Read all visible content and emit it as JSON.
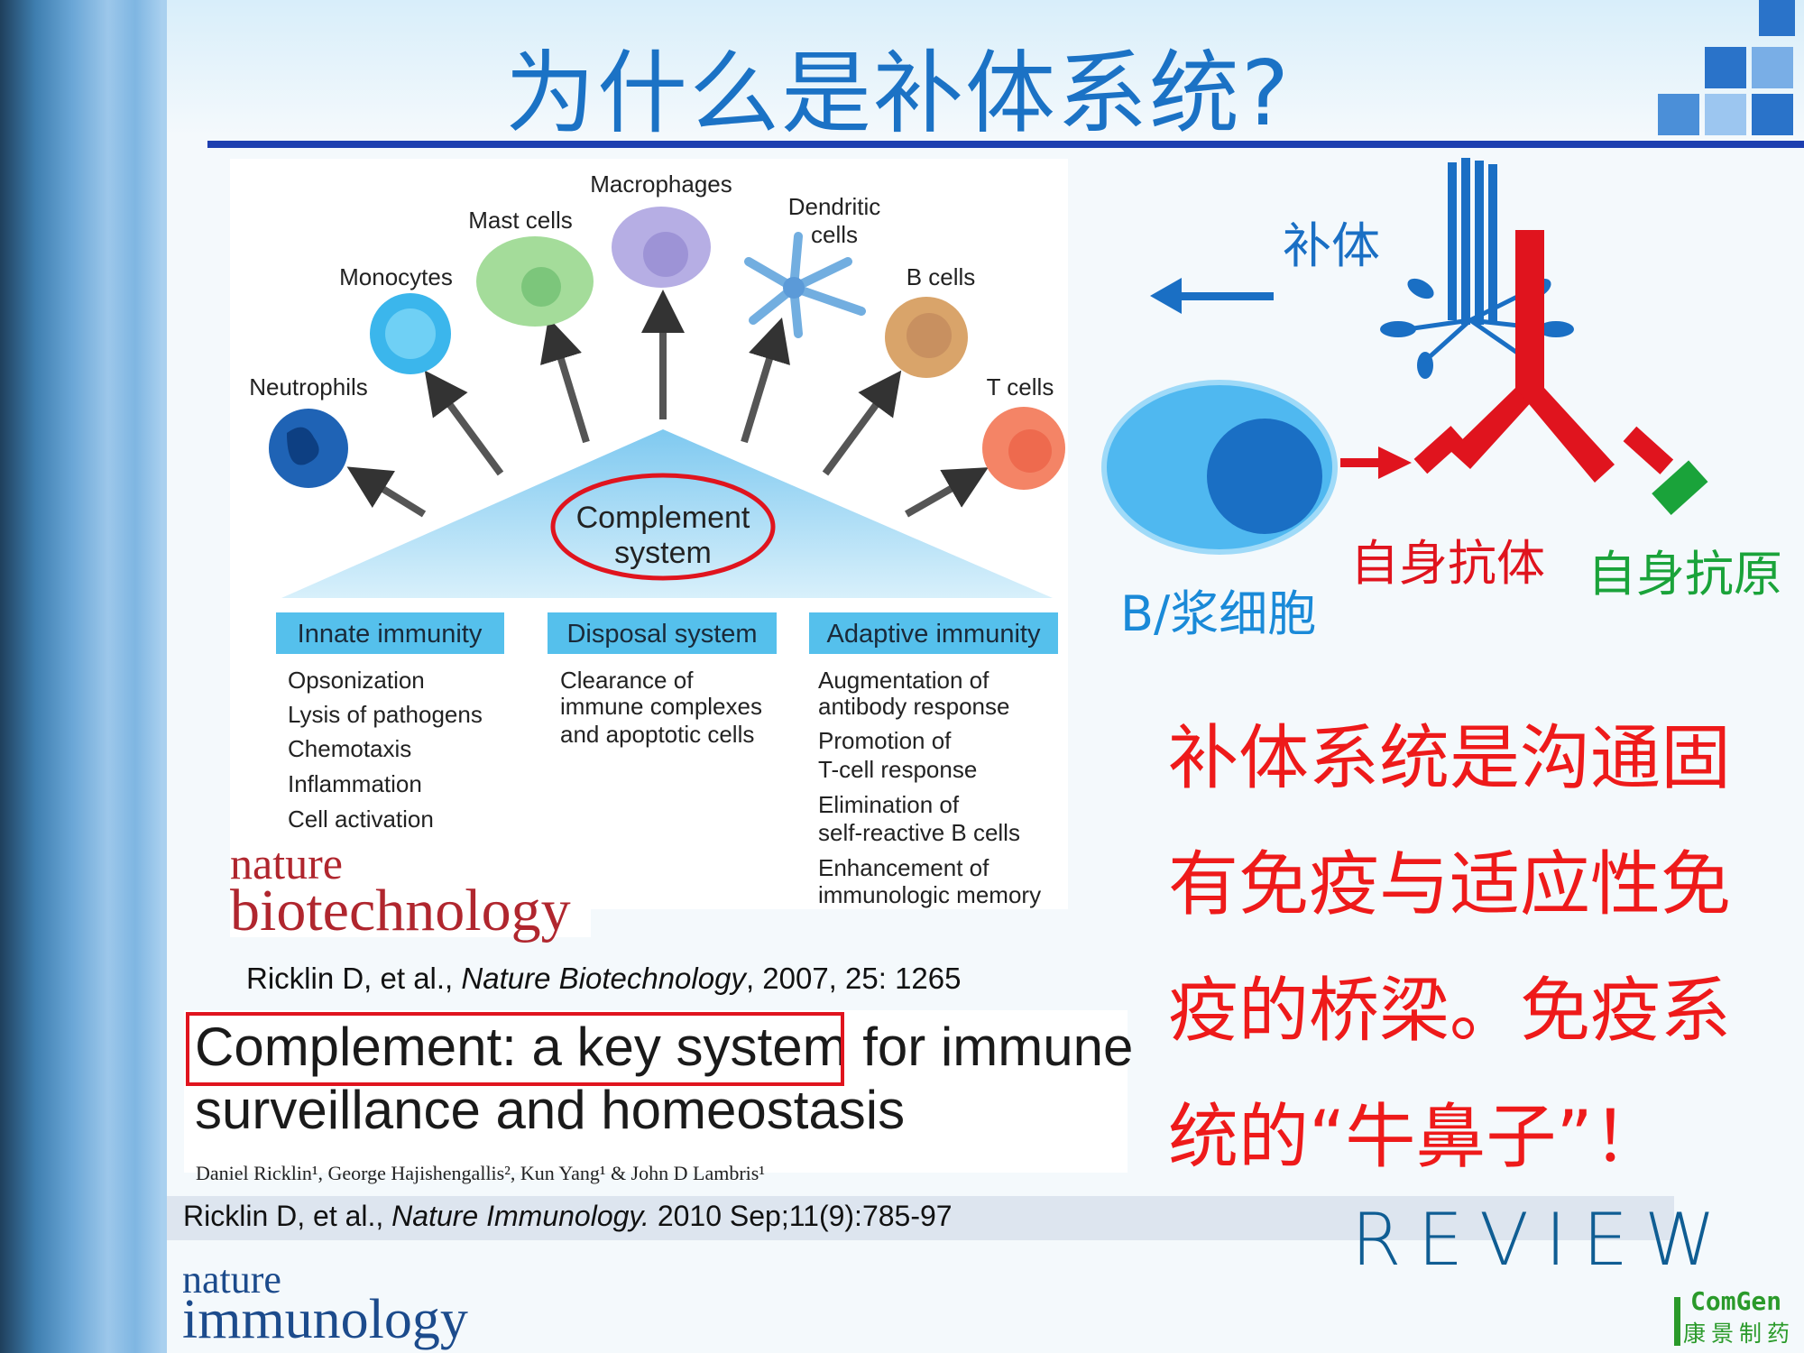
{
  "slide": {
    "title": "为什么是补体系统?",
    "figure": {
      "cells": [
        "Neutrophils",
        "Monocytes",
        "Mast cells",
        "Macrophages",
        "Dendritic",
        "cells",
        "B cells",
        "T cells"
      ],
      "center_line1": "Complement",
      "center_line2": "system",
      "categories": [
        {
          "header": "Innate immunity",
          "items": [
            "Opsonization",
            "Lysis of pathogens",
            "Chemotaxis",
            "Inflammation",
            "Cell activation"
          ]
        },
        {
          "header": "Disposal system",
          "items": [
            "Clearance of",
            "immune complexes",
            "and apoptotic cells"
          ]
        },
        {
          "header": "Adaptive immunity",
          "items": [
            "Augmentation of",
            "antibody response",
            "Promotion of",
            "T-cell response",
            "Elimination of",
            "self-reactive B cells",
            "Enhancement of",
            "immunologic memory"
          ]
        }
      ],
      "journal_logo": {
        "line1": "nature",
        "line2": "biotechnology"
      }
    },
    "citation1": {
      "authors": "Ricklin D, et al., ",
      "journal": "Nature Biotechnology",
      "rest": ", 2007, 25: 1265"
    },
    "paper": {
      "title_boxed": "Complement: a key system",
      "title_rest": " for immune",
      "title_line2": "surveillance and homeostasis",
      "authors": "Daniel Ricklin¹, George Hajishengallis², Kun Yang¹ & John D Lambris¹"
    },
    "citation2": {
      "authors": "Ricklin D, et al., ",
      "journal": "Nature Immunology.",
      "rest": " 2010 Sep;11(9):785-97"
    },
    "journal_logo2": {
      "line1": "nature",
      "line2": "immunology"
    },
    "review_label": "REVIEW",
    "diagram": {
      "complement_label": "补体",
      "b_cell_label": "B/浆细胞",
      "autoantibody_label": "自身抗体",
      "autoantigen_label": "自身抗原"
    },
    "statement_lines": [
      "补体系统是沟通固",
      "有免疫与适应性免",
      "疫的桥梁。免疫系",
      "统的“牛鼻子”！"
    ],
    "company": {
      "name_en": "ComGen",
      "name_cn": "康景制药"
    },
    "colors": {
      "title": "#1b72c5",
      "statement": "#ee1a1a",
      "autoantigen": "#1aa33a",
      "rule": "#1d3fb0"
    }
  }
}
